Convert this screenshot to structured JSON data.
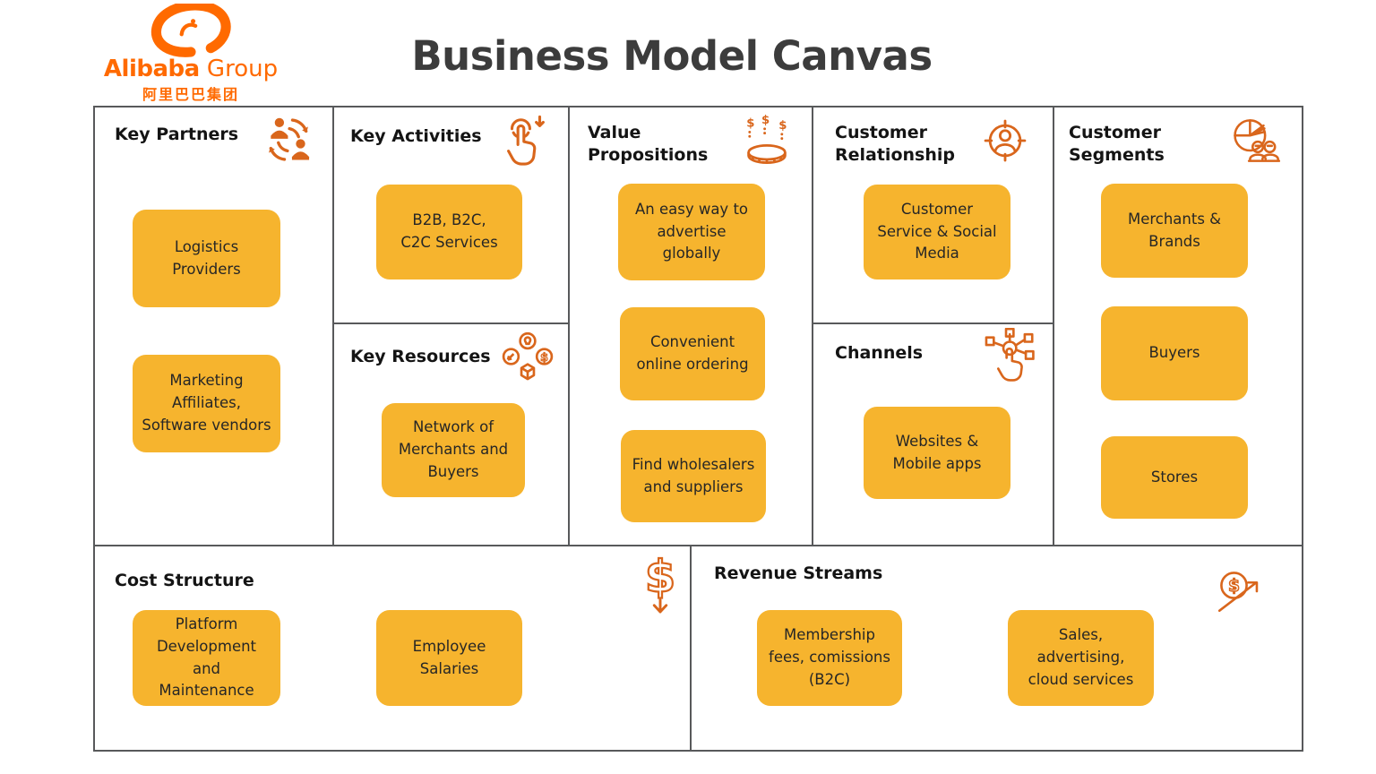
{
  "page": {
    "title": "Business Model Canvas"
  },
  "logo": {
    "brand_bold": "Alibaba",
    "brand_light": " Group",
    "brand_cn": "阿里巴巴集团"
  },
  "colors": {
    "logo_orange": "#FF6A00",
    "icon_orange": "#D9661C",
    "note_fill": "#F6B42E",
    "grid_border": "#58595B",
    "title_text": "#3C3C3C",
    "note_text": "#262626"
  },
  "sections": {
    "key_partners": {
      "title": "Key Partners",
      "icon": "partnership-icon",
      "items": {
        "a": "Logistics\nProviders",
        "b": "Marketing\nAffiliates,\nSoftware vendors"
      }
    },
    "key_activities": {
      "title": "Key Activities",
      "icon": "tap-click-icon",
      "items": {
        "a": "B2B, B2C,\nC2C Services"
      }
    },
    "key_resources": {
      "title": "Key Resources",
      "icon": "resources-network-icon",
      "items": {
        "a": "Network of\nMerchants and\nBuyers"
      }
    },
    "value_propositions": {
      "title": "Value\nPropositions",
      "icon": "coins-icon",
      "items": {
        "a": "An easy way to\nadvertise\nglobally",
        "b": "Convenient\nonline ordering",
        "c": "Find wholesalers\nand suppliers"
      }
    },
    "customer_relationship": {
      "title": "Customer\nRelationship",
      "icon": "customer-target-icon",
      "items": {
        "a": "Customer\nService & Social\nMedia"
      }
    },
    "channels": {
      "title": "Channels",
      "icon": "network-tap-icon",
      "items": {
        "a": "Websites &\nMobile apps"
      }
    },
    "customer_segments": {
      "title": "Customer\nSegments",
      "icon": "segments-pie-people-icon",
      "items": {
        "a": "Merchants &\nBrands",
        "b": "Buyers",
        "c": "Stores"
      }
    },
    "cost_structure": {
      "title": "Cost Structure",
      "icon": "dollar-down-icon",
      "items": {
        "a": "Platform\nDevelopment and\nMaintenance",
        "b": "Employee\nSalaries"
      }
    },
    "revenue_streams": {
      "title": "Revenue Streams",
      "icon": "dollar-growth-icon",
      "items": {
        "a": "Membership\nfees, comissions\n(B2C)",
        "b": "Sales,\nadvertising,\ncloud services"
      }
    }
  }
}
